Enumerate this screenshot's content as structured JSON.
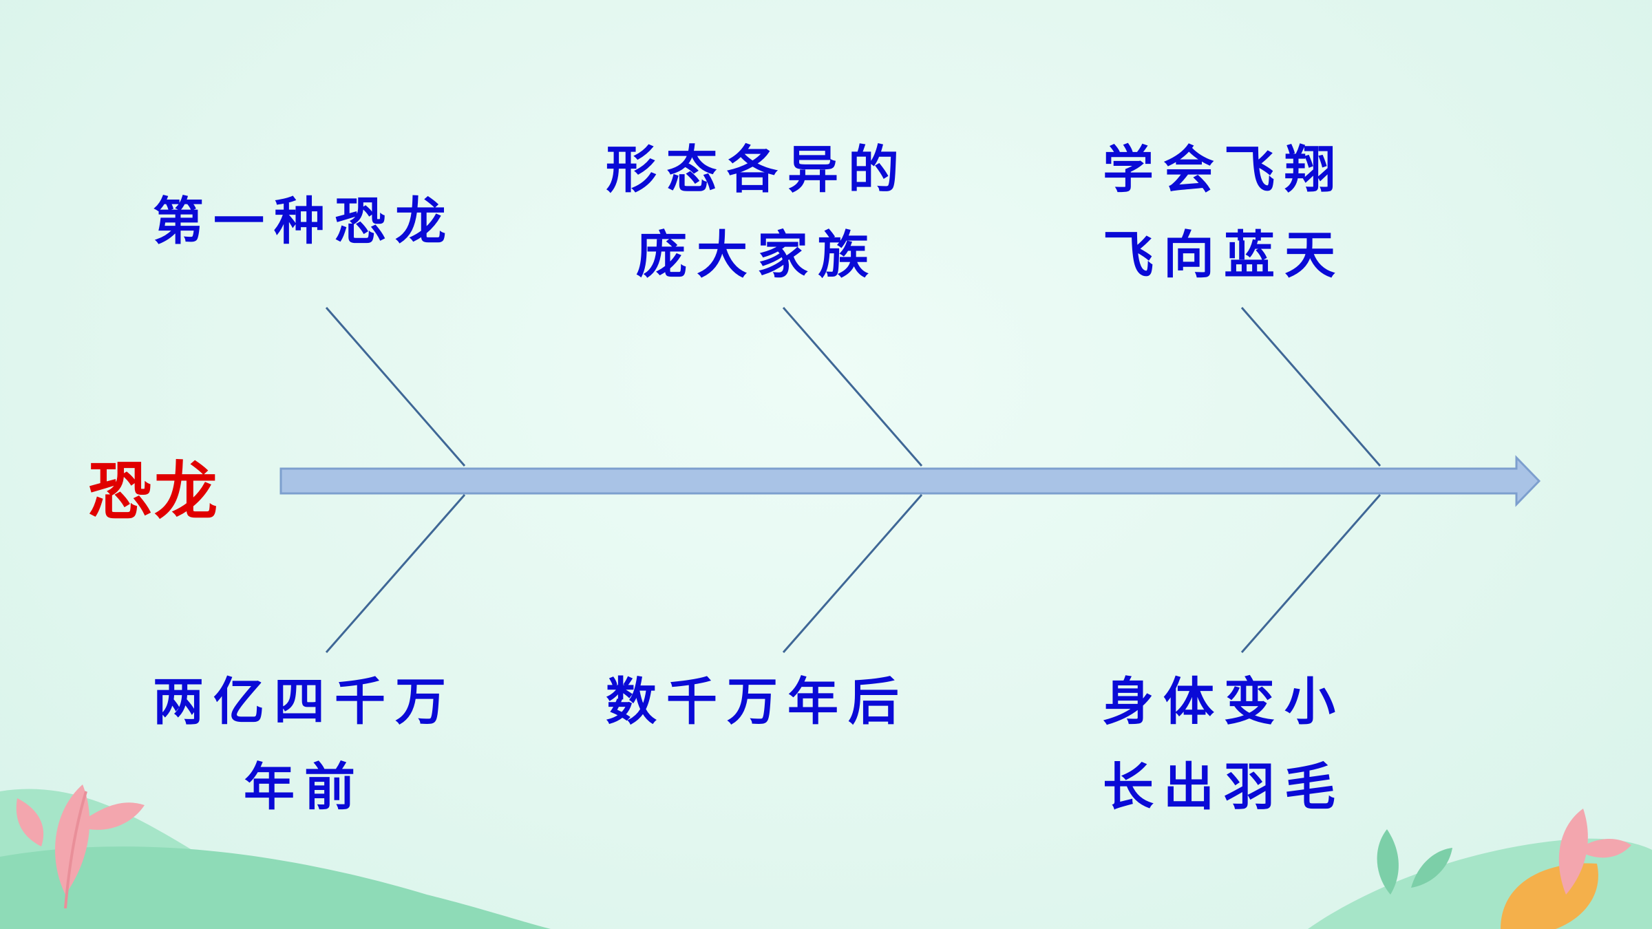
{
  "diagram": {
    "topic": "恐龙",
    "upper_branches": [
      {
        "lines": [
          "第一种恐龙"
        ]
      },
      {
        "lines": [
          "形态各异的",
          "庞大家族"
        ]
      },
      {
        "lines": [
          "学会飞翔",
          "飞向蓝天"
        ]
      }
    ],
    "lower_branches": [
      {
        "lines": [
          "两亿四千万",
          "年前"
        ]
      },
      {
        "lines": [
          "数千万年后"
        ]
      },
      {
        "lines": [
          "身体变小",
          "长出羽毛"
        ]
      }
    ]
  },
  "colors": {
    "background": "#e2f7ef",
    "label_text": "#0a0ad6",
    "topic_text": "#e00000",
    "spine_fill": "#a9c3e6",
    "spine_stroke": "#7d9fce",
    "branch_line": "#3f6796",
    "leaf_pink": "#f3a6ae",
    "leaf_green": "#7ccfa8",
    "hill_green": "#a6e5c8",
    "leaf_orange": "#f4b04b"
  }
}
